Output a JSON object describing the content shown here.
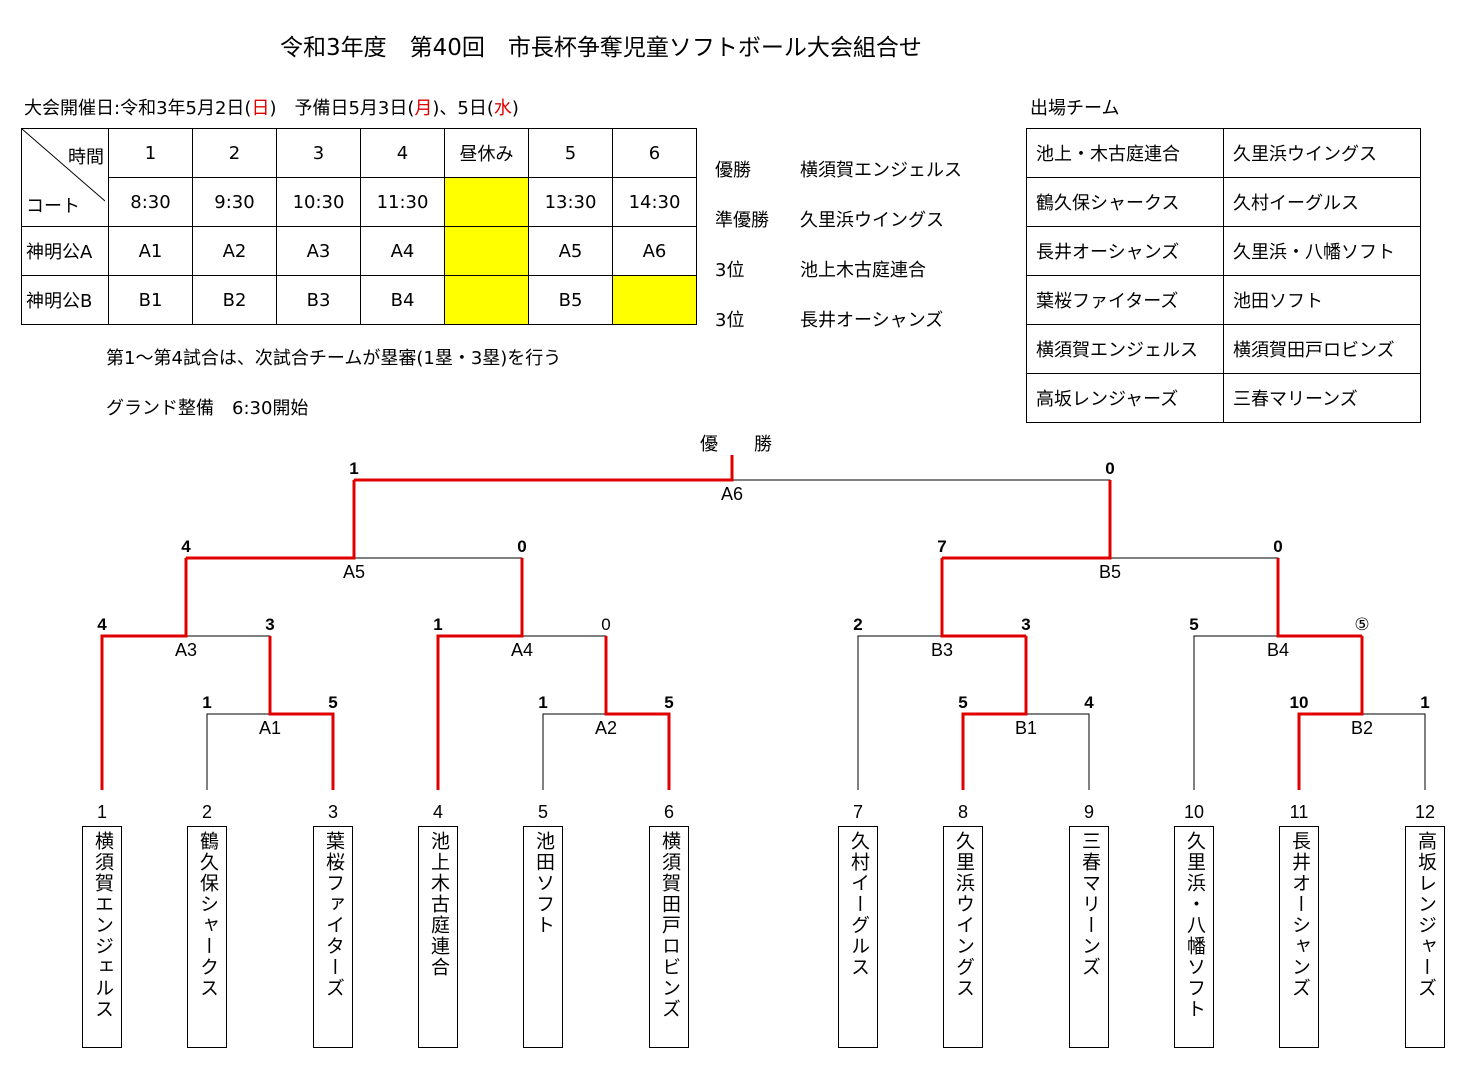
{
  "title": "令和3年度　第40回　市長杯争奪児童ソフトボール大会組合せ",
  "dates": {
    "prefix": "大会開催日:令和3年5月2日(",
    "day1": "日",
    "mid": ")　予備日5月3日(",
    "day2": "月",
    "mid2": ")、5日(",
    "day3": "水",
    "suffix": ")"
  },
  "schedule": {
    "corner_top": "時間",
    "corner_bottom": "コート",
    "headers": [
      "1",
      "2",
      "3",
      "4",
      "昼休み",
      "5",
      "6"
    ],
    "times": [
      "8:30",
      "9:30",
      "10:30",
      "11:30",
      "",
      "13:30",
      "14:30"
    ],
    "courtA_label": "神明公A",
    "courtA": [
      "A1",
      "A2",
      "A3",
      "A4",
      "",
      "A5",
      "A6"
    ],
    "courtB_label": "神明公B",
    "courtB": [
      "B1",
      "B2",
      "B3",
      "B4",
      "",
      "B5",
      ""
    ],
    "highlight_color": "#ffff00"
  },
  "notes": {
    "umpire": "第1～第4試合は、次試合チームが塁審(1塁・3塁)を行う",
    "ground": "グランド整備　6:30開始"
  },
  "results": [
    {
      "place": "優勝",
      "team": "横須賀エンジェルス"
    },
    {
      "place": "準優勝",
      "team": "久里浜ウイングス"
    },
    {
      "place": "3位",
      "team": "池上木古庭連合"
    },
    {
      "place": "3位",
      "team": "長井オーシャンズ"
    }
  ],
  "participants": {
    "heading": "出場チーム",
    "rows": [
      [
        "池上・木古庭連合",
        "久里浜ウイングス"
      ],
      [
        "鶴久保シャークス",
        "久村イーグルス"
      ],
      [
        "長井オーシャンズ",
        "久里浜・八幡ソフト"
      ],
      [
        "葉桜ファイターズ",
        "池田ソフト"
      ],
      [
        "横須賀エンジェルス",
        "横須賀田戸ロビンズ"
      ],
      [
        "高坂レンジャーズ",
        "三春マリーンズ"
      ]
    ]
  },
  "bracket": {
    "champion_label": "優　　勝",
    "line_color": "#e00000",
    "games": {
      "A1": {
        "label": "A1",
        "left": "1",
        "right": "5"
      },
      "A2": {
        "label": "A2",
        "left": "1",
        "right": "5"
      },
      "A3": {
        "label": "A3",
        "left": "4",
        "right": "3"
      },
      "A4": {
        "label": "A4",
        "left": "1",
        "right": "0"
      },
      "A5": {
        "label": "A5",
        "left": "4",
        "right": "0"
      },
      "A6": {
        "label": "A6",
        "left": "1",
        "right": "0"
      },
      "B1": {
        "label": "B1",
        "left": "5",
        "right": "4"
      },
      "B2": {
        "label": "B2",
        "left": "10",
        "right": "1"
      },
      "B3": {
        "label": "B3",
        "left": "2",
        "right": "3"
      },
      "B4": {
        "label": "B4",
        "left": "5",
        "right": "⑤"
      },
      "B5": {
        "label": "B5",
        "left": "7",
        "right": "0"
      }
    },
    "slots": [
      {
        "no": "1",
        "team": "横須賀エンジェルス"
      },
      {
        "no": "2",
        "team": "鶴久保シャークス"
      },
      {
        "no": "3",
        "team": "葉桜ファイターズ"
      },
      {
        "no": "4",
        "team": "池上木古庭連合"
      },
      {
        "no": "5",
        "team": "池田ソフト"
      },
      {
        "no": "6",
        "team": "横須賀田戸ロビンズ"
      },
      {
        "no": "7",
        "team": "久村イーグルス"
      },
      {
        "no": "8",
        "team": "久里浜ウイングス"
      },
      {
        "no": "9",
        "team": "三春マリーンズ"
      },
      {
        "no": "10",
        "team": "久里浜・八幡ソフト"
      },
      {
        "no": "11",
        "team": "長井オーシャンズ"
      },
      {
        "no": "12",
        "team": "高坂レンジャーズ"
      }
    ]
  }
}
